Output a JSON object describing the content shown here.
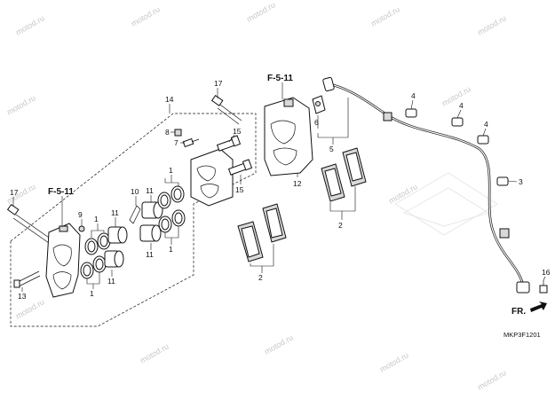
{
  "labels": {
    "n1a": "1",
    "n1b": "1",
    "n1c": "1",
    "n1d": "1",
    "n2a": "2",
    "n2b": "2",
    "n3": "3",
    "n4a": "4",
    "n4b": "4",
    "n4c": "4",
    "n5": "5",
    "n6": "6",
    "n7": "7",
    "n8": "8",
    "n9": "9",
    "n10": "10",
    "n11a": "11",
    "n11b": "11",
    "n11c": "11",
    "n11d": "11",
    "n12": "12",
    "n13": "13",
    "n14": "14",
    "n15a": "15",
    "n15b": "15",
    "n16": "16",
    "n17a": "17",
    "n17b": "17"
  },
  "references": {
    "top": "F-5-11",
    "left": "F-5-11"
  },
  "direction_label": "FR.",
  "diagram_code": "MKP3F1201",
  "watermark": "motod.ru"
}
